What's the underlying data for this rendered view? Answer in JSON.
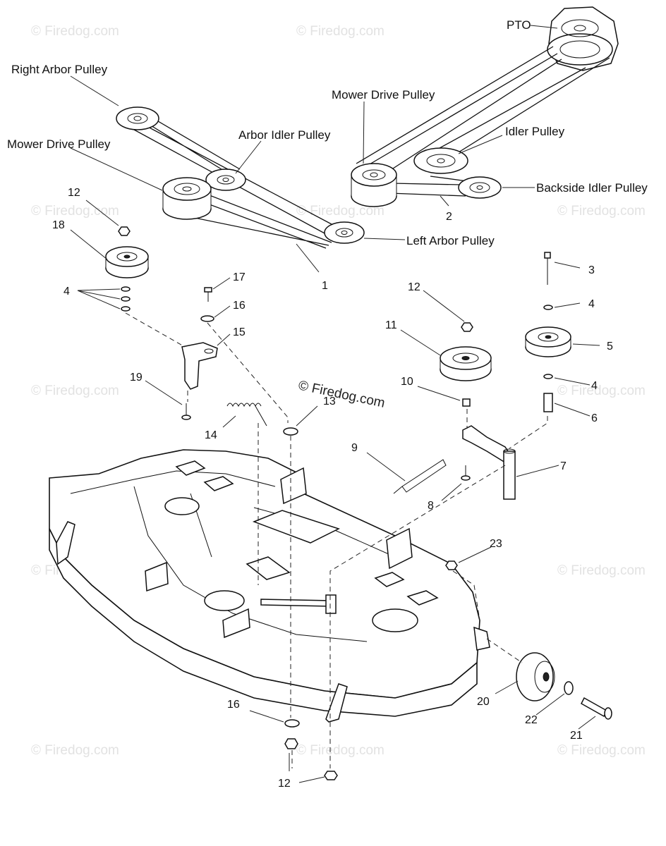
{
  "labels": {
    "pto": "PTO",
    "right_arbor_pulley": "Right Arbor Pulley",
    "mower_drive_pulley_left": "Mower Drive Pulley",
    "arbor_idler_pulley": "Arbor Idler Pulley",
    "left_arbor_pulley": "Left Arbor Pulley",
    "mower_drive_pulley_right": "Mower Drive Pulley",
    "idler_pulley": "Idler Pulley",
    "backside_idler_pulley": "Backside Idler Pulley"
  },
  "callouts": {
    "c1": "1",
    "c2": "2",
    "c3": "3",
    "c4a": "4",
    "c4b": "4",
    "c4c": "4",
    "c5": "5",
    "c6": "6",
    "c7": "7",
    "c8": "8",
    "c9": "9",
    "c10": "10",
    "c11": "11",
    "c12a": "12",
    "c12b": "12",
    "c12c": "12",
    "c13": "13",
    "c14": "14",
    "c15": "15",
    "c16a": "16",
    "c16b": "16",
    "c17": "17",
    "c18": "18",
    "c19": "19",
    "c20": "20",
    "c21": "21",
    "c22": "22",
    "c23": "23"
  },
  "watermark": {
    "main": "© Firedog.com",
    "faint": "© Firedog.com"
  }
}
